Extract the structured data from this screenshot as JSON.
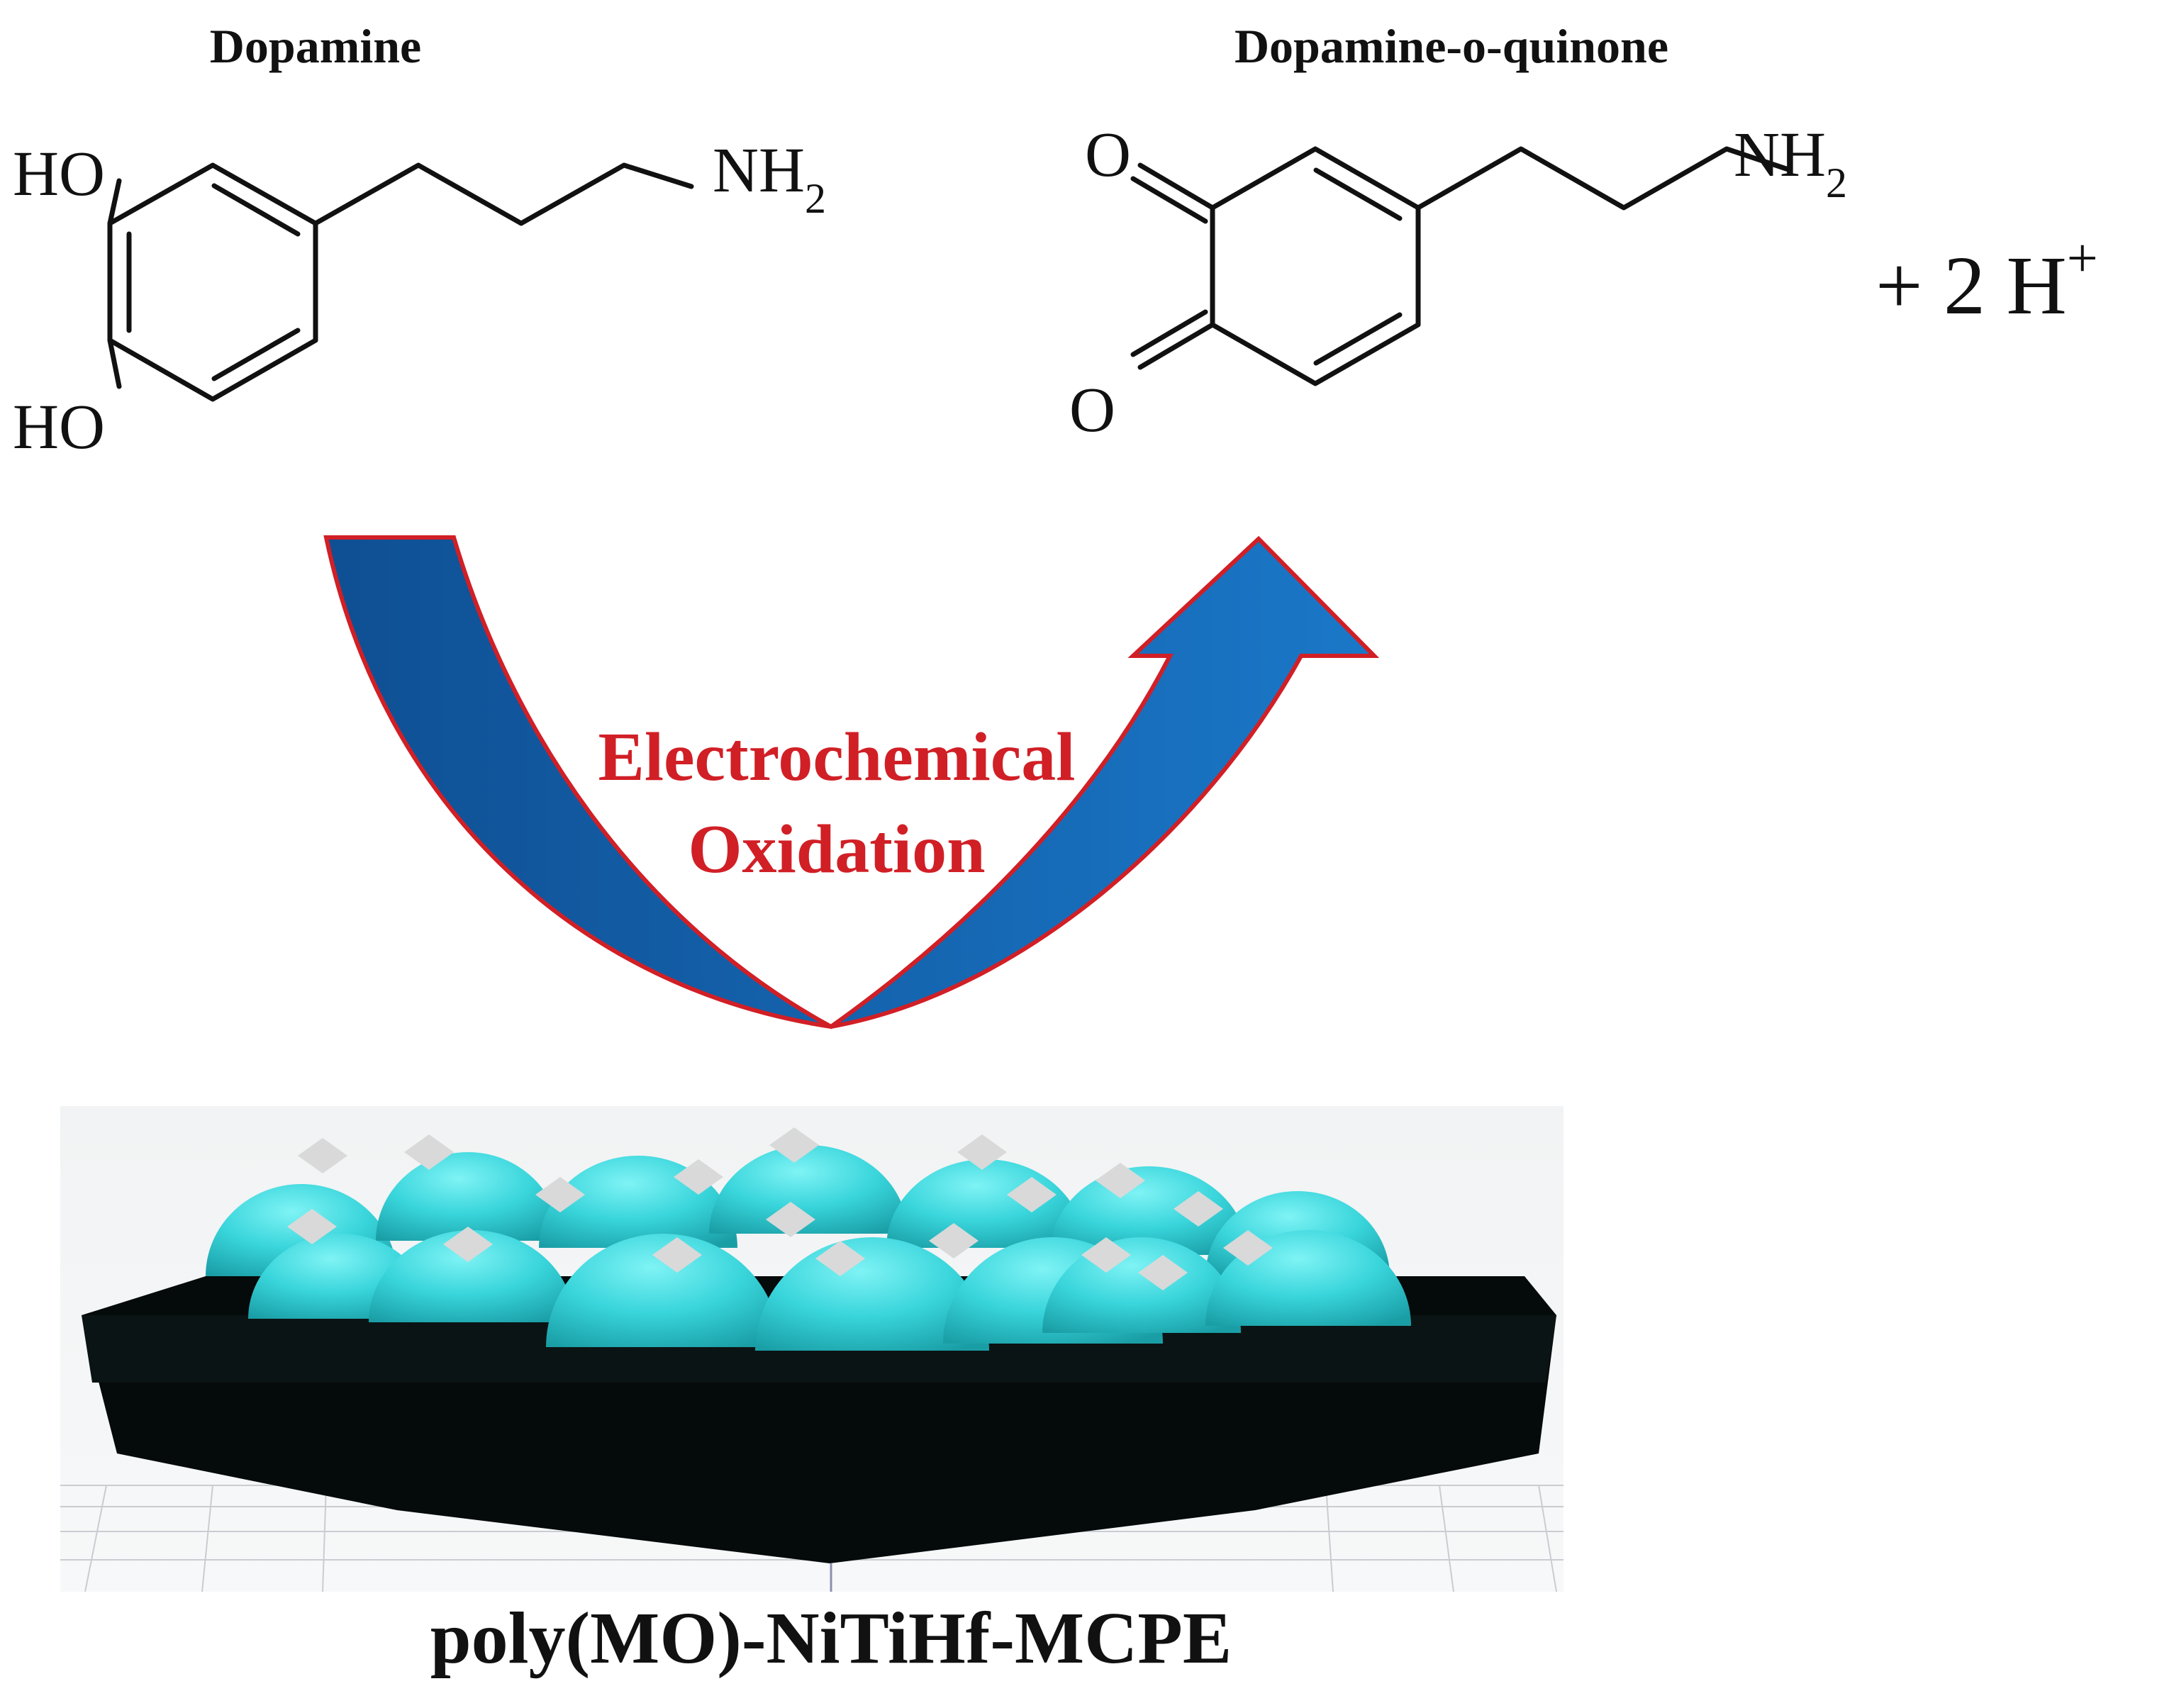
{
  "reactant": {
    "title": "Dopamine",
    "label_ho_top": "HO",
    "label_ho_bottom": "HO",
    "label_amine": "NH",
    "label_amine_sub": "2"
  },
  "product": {
    "title": "Dopamine-o-quinone",
    "label_o_top": "O",
    "label_o_bottom": "O",
    "label_amine": "NH",
    "label_amine_sub": "2"
  },
  "byproduct": {
    "text": "+ 2 H",
    "superscript": "+"
  },
  "process": {
    "line1": "Electrochemical",
    "line2": "Oxidation"
  },
  "electrode": {
    "label": "poly(MO)-NiTiHf-MCPE"
  },
  "colors": {
    "arrow_fill": "#1565b0",
    "arrow_outline": "#d11f26",
    "process_text": "#d11f26",
    "sphere": "#3ad6dc",
    "flake": "#d9d9d9",
    "electrode_disk": "#050a0a",
    "ink": "#111111"
  }
}
